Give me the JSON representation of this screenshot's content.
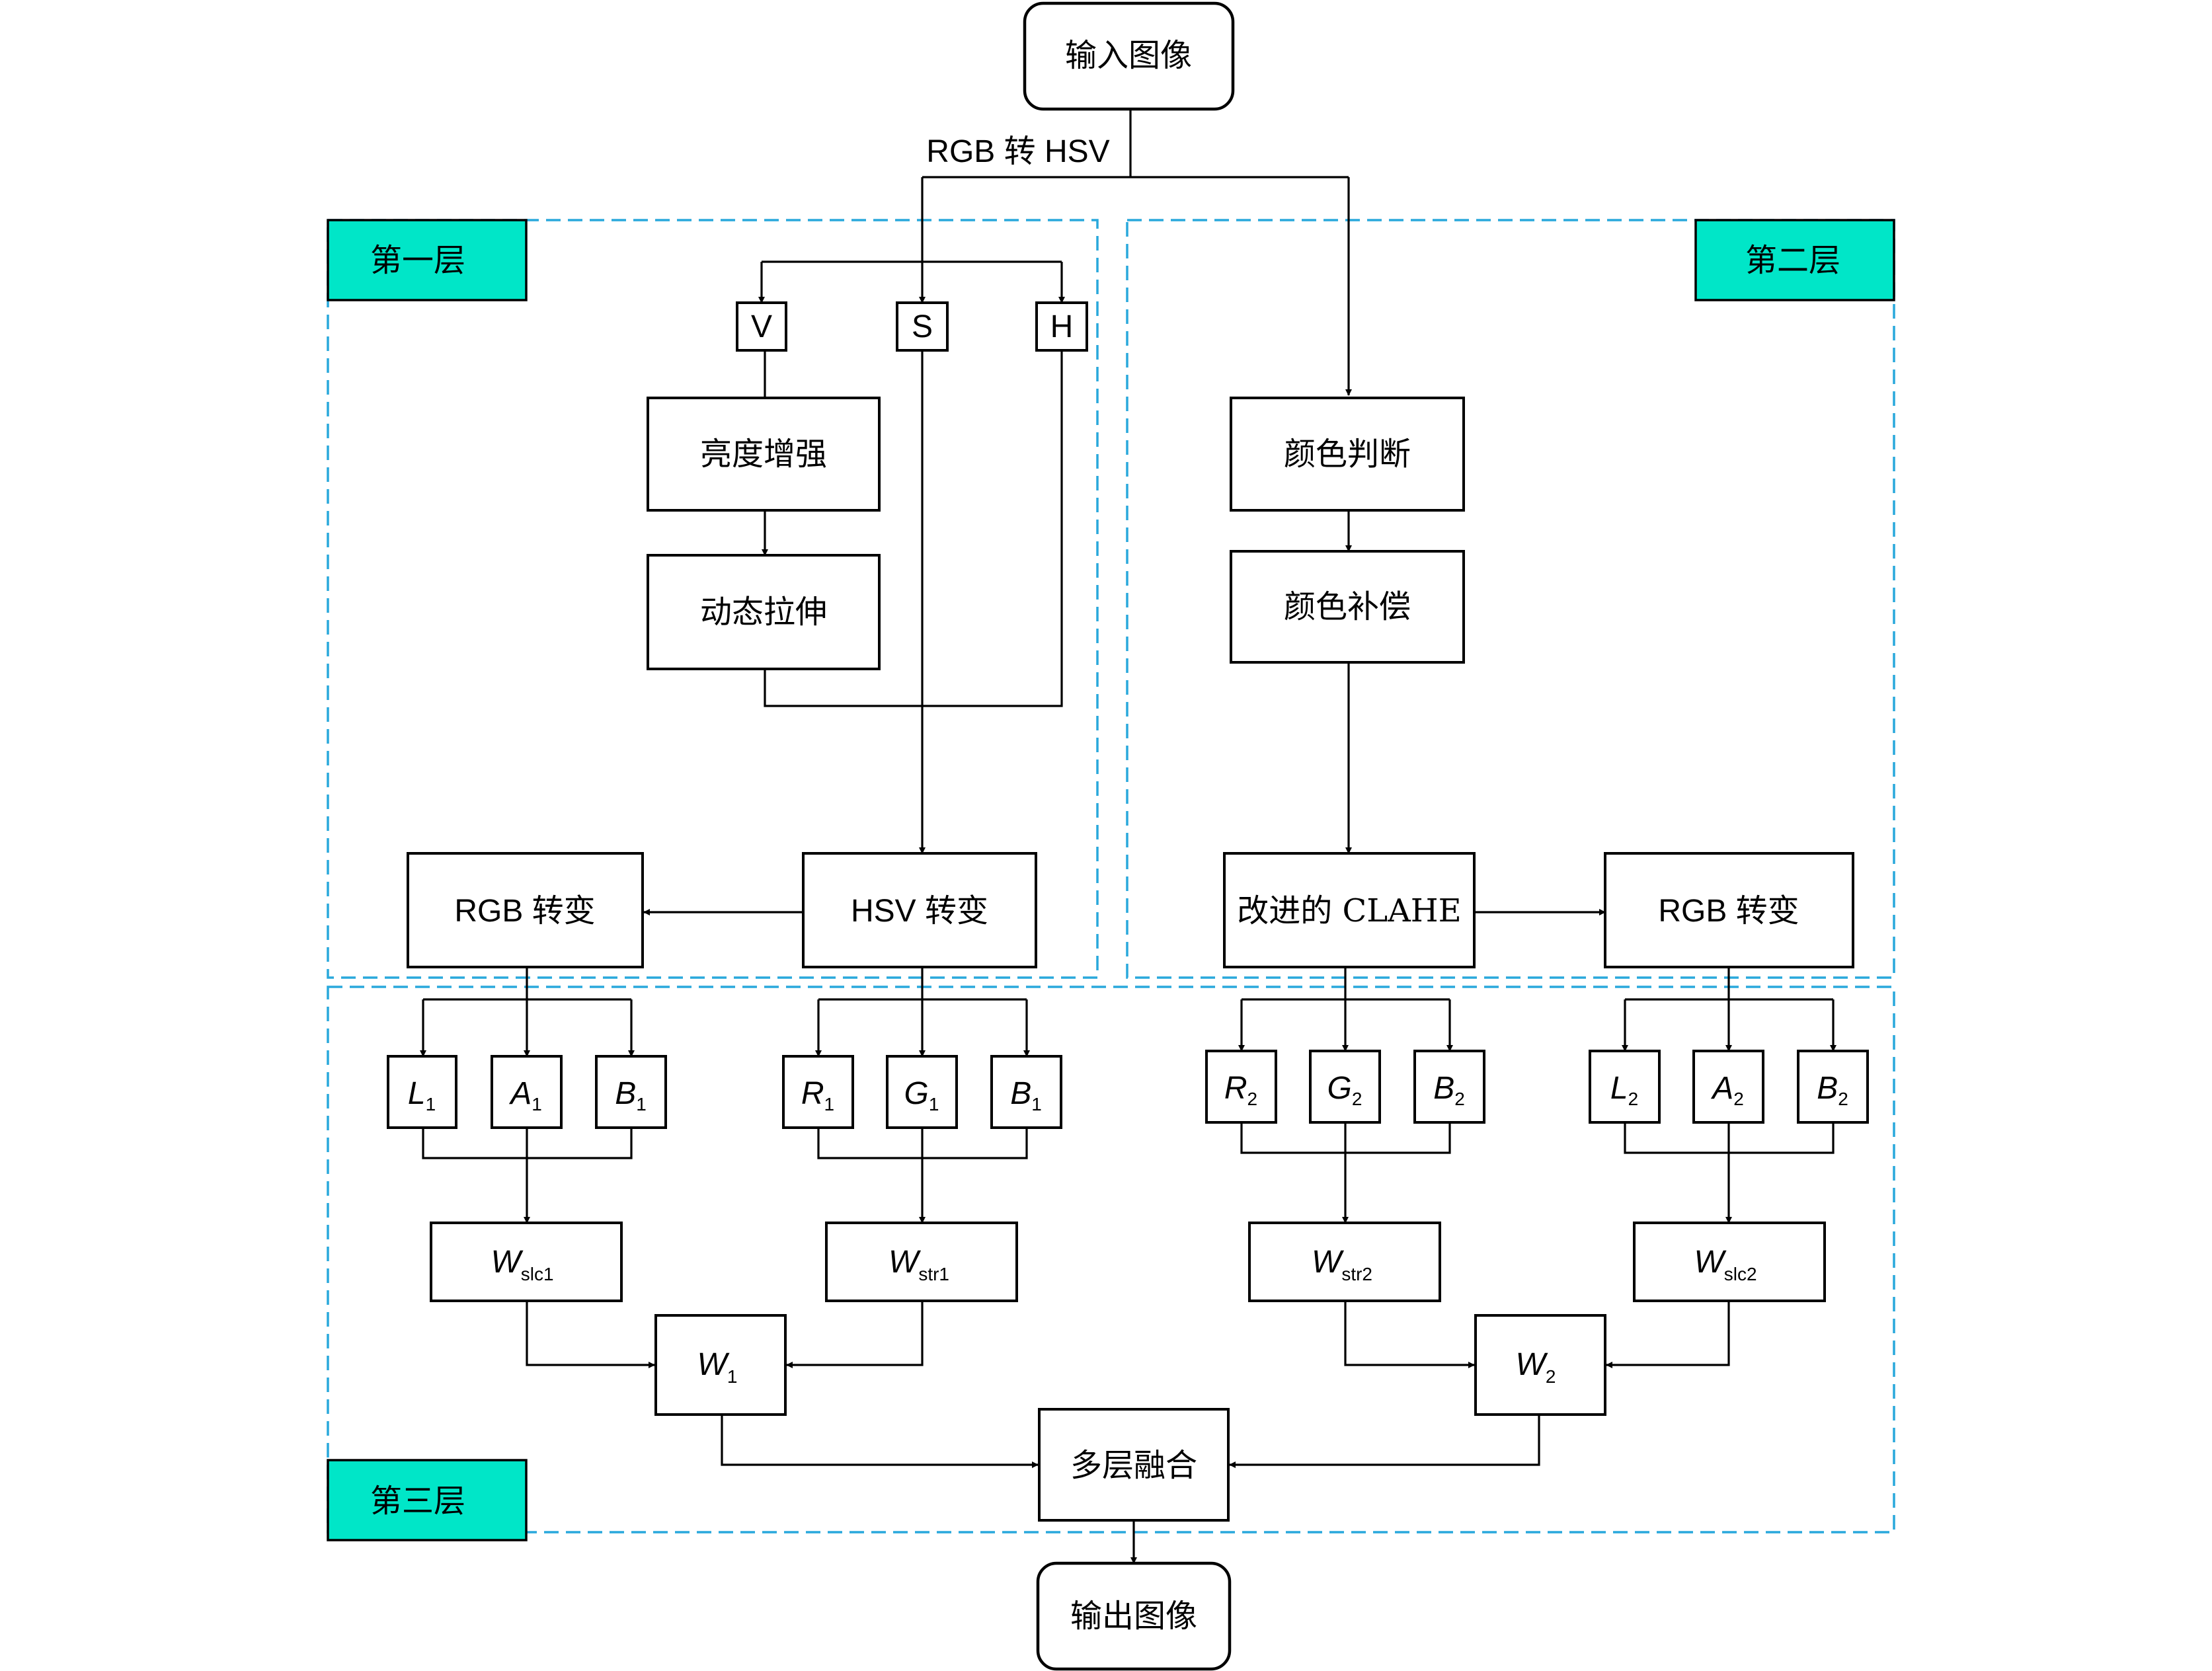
{
  "layers": {
    "layer1": "第一层",
    "layer2": "第二层",
    "layer3": "第三层"
  },
  "io": {
    "input": "输入图像",
    "output": "输出图像",
    "conversion_label": "RGB 转 HSV"
  },
  "layer1": {
    "channel_v": "V",
    "channel_s": "S",
    "channel_h": "H",
    "brightness": "亮度增强",
    "stretch": "动态拉伸",
    "hsv_transform": "HSV 转变",
    "rgb_transform": "RGB 转变"
  },
  "layer2": {
    "color_judge": "颜色判断",
    "color_comp": "颜色补偿",
    "clahe": "改进的 CLAHE",
    "rgb_transform": "RGB 转变"
  },
  "layer3": {
    "lab1": [
      {
        "base": "L",
        "sub": "1"
      },
      {
        "base": "A",
        "sub": "1"
      },
      {
        "base": "B",
        "sub": "1"
      }
    ],
    "rgb1": [
      {
        "base": "R",
        "sub": "1"
      },
      {
        "base": "G",
        "sub": "1"
      },
      {
        "base": "B",
        "sub": "1"
      }
    ],
    "rgb2": [
      {
        "base": "R",
        "sub": "2"
      },
      {
        "base": "G",
        "sub": "2"
      },
      {
        "base": "B",
        "sub": "2"
      }
    ],
    "lab2": [
      {
        "base": "L",
        "sub": "2"
      },
      {
        "base": "A",
        "sub": "2"
      },
      {
        "base": "B",
        "sub": "2"
      }
    ],
    "w_slc1": {
      "base": "W",
      "sub": "slc1"
    },
    "w_str1": {
      "base": "W",
      "sub": "str1"
    },
    "w_str2": {
      "base": "W",
      "sub": "str2"
    },
    "w_slc2": {
      "base": "W",
      "sub": "slc2"
    },
    "w1": {
      "base": "W",
      "sub": "1"
    },
    "w2": {
      "base": "W",
      "sub": "2"
    },
    "fusion": "多层融合"
  },
  "colors": {
    "dashed_region": "#29a8dc",
    "layer_tag": "#00e6c8"
  }
}
